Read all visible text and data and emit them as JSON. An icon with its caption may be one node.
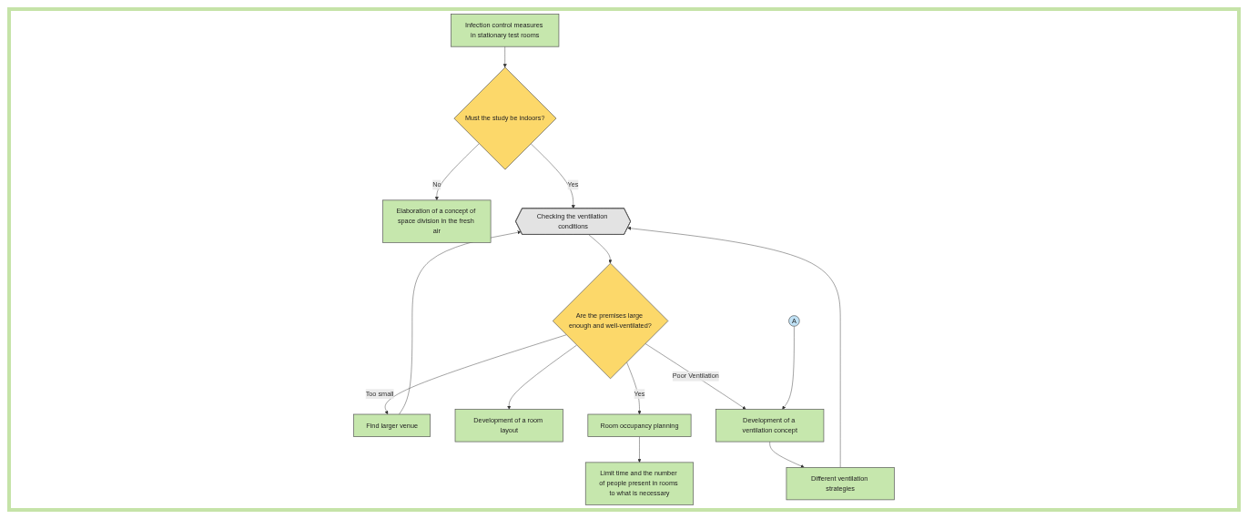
{
  "diagram": {
    "nodes": [
      {
        "text": [
          "Infection control measures in stationary test rooms"
        ]
      },
      {
        "text": [
          "Must the study be indoors?"
        ]
      },
      {
        "text": [
          "Elaboration of a concept of space division in the fresh air"
        ]
      },
      {
        "text": [
          "Find larger venue"
        ]
      },
      {
        "text": [
          "Checking the ventilation conditions"
        ]
      },
      {
        "text": [
          "Are the premises large enough and well-ventilated?"
        ]
      },
      {
        "text": [
          "Development of a room layout"
        ]
      },
      {
        "text": [
          "Room occupancy planning"
        ]
      },
      {
        "text": [
          "Limit time and the number of people present in rooms to what is necessary"
        ]
      },
      {
        "text": [
          "A"
        ]
      },
      {
        "text": [
          "Development of a ventilation concept"
        ]
      },
      {
        "text": [
          "Different ventilation strategies"
        ]
      }
    ],
    "edges": [
      {
        "from": 0,
        "to": 1,
        "arrow": "to"
      },
      {
        "from": 1,
        "to": 4,
        "arrow": "to",
        "label": "Yes"
      },
      {
        "from": 1,
        "to": 2,
        "arrow": "to",
        "label": "No"
      },
      {
        "from": 3,
        "to": 4,
        "arrow": "to"
      },
      {
        "from": 4,
        "to": 5,
        "arrow": "to"
      },
      {
        "from": 5,
        "to": 3,
        "arrow": "to",
        "label": "Too small"
      },
      {
        "from": 5,
        "to": 6,
        "arrow": "to"
      },
      {
        "from": 5,
        "to": 7,
        "arrow": "to",
        "label": "Yes"
      },
      {
        "from": 7,
        "to": 8,
        "arrow": "to"
      },
      {
        "from": 5,
        "to": 10,
        "arrow": "to",
        "label": "Poor Ventilation"
      },
      {
        "from": 9,
        "to": 10,
        "arrow": "to"
      },
      {
        "from": 10,
        "to": 11,
        "arrow": "to"
      },
      {
        "from": 11,
        "to": 4,
        "arrow": "to"
      }
    ]
  }
}
